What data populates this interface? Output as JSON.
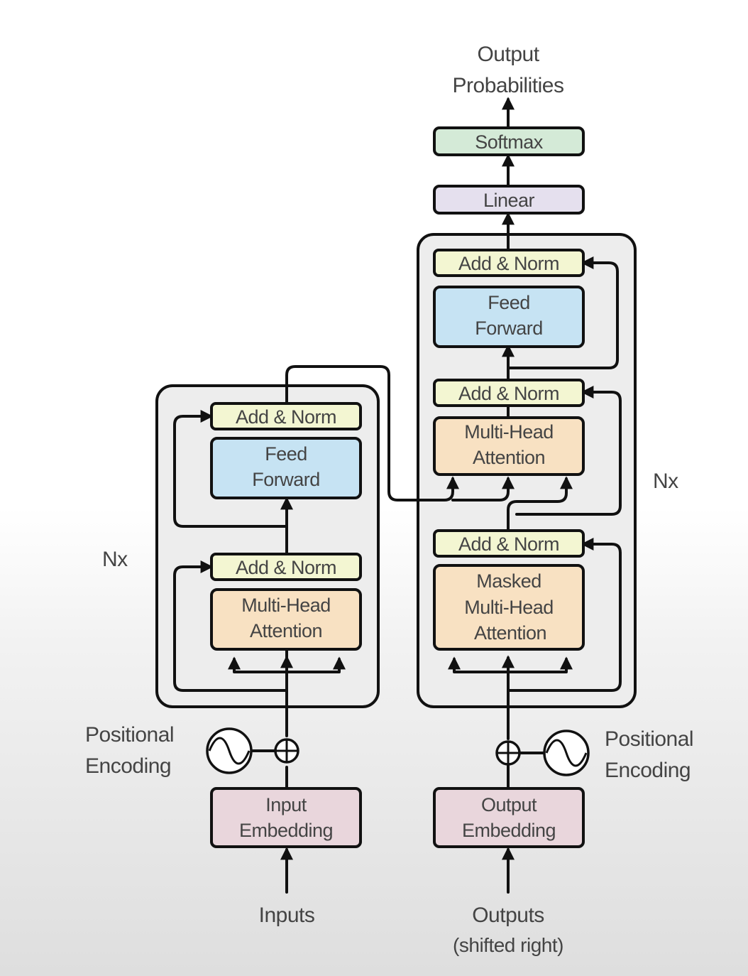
{
  "colors": {
    "add_norm": "#f3f6d2",
    "feed_forward": "#c6e3f3",
    "attention": "#f8e1c2",
    "embedding": "#e9d6dc",
    "linear": "#e5e0ee",
    "softmax": "#d4ead7",
    "stack_bg": "#ededed",
    "stroke": "#111111"
  },
  "output": {
    "line1": "Output",
    "line2": "Probabilities"
  },
  "decoder_head": {
    "softmax": "Softmax",
    "linear": "Linear"
  },
  "encoder": {
    "repeat_label": "Nx",
    "add_norm_top": "Add & Norm",
    "feed_forward_1": "Feed",
    "feed_forward_2": "Forward",
    "add_norm_bottom": "Add & Norm",
    "attention_1": "Multi-Head",
    "attention_2": "Attention",
    "positional_1": "Positional",
    "positional_2": "Encoding",
    "embedding_1": "Input",
    "embedding_2": "Embedding",
    "input_label": "Inputs"
  },
  "decoder": {
    "repeat_label": "Nx",
    "add_norm_top": "Add & Norm",
    "feed_forward_1": "Feed",
    "feed_forward_2": "Forward",
    "add_norm_mid": "Add & Norm",
    "cross_attention_1": "Multi-Head",
    "cross_attention_2": "Attention",
    "add_norm_bottom": "Add & Norm",
    "masked_attention_1": "Masked",
    "masked_attention_2": "Multi-Head",
    "masked_attention_3": "Attention",
    "positional_1": "Positional",
    "positional_2": "Encoding",
    "embedding_1": "Output",
    "embedding_2": "Embedding",
    "output_label_1": "Outputs",
    "output_label_2": "(shifted right)"
  }
}
